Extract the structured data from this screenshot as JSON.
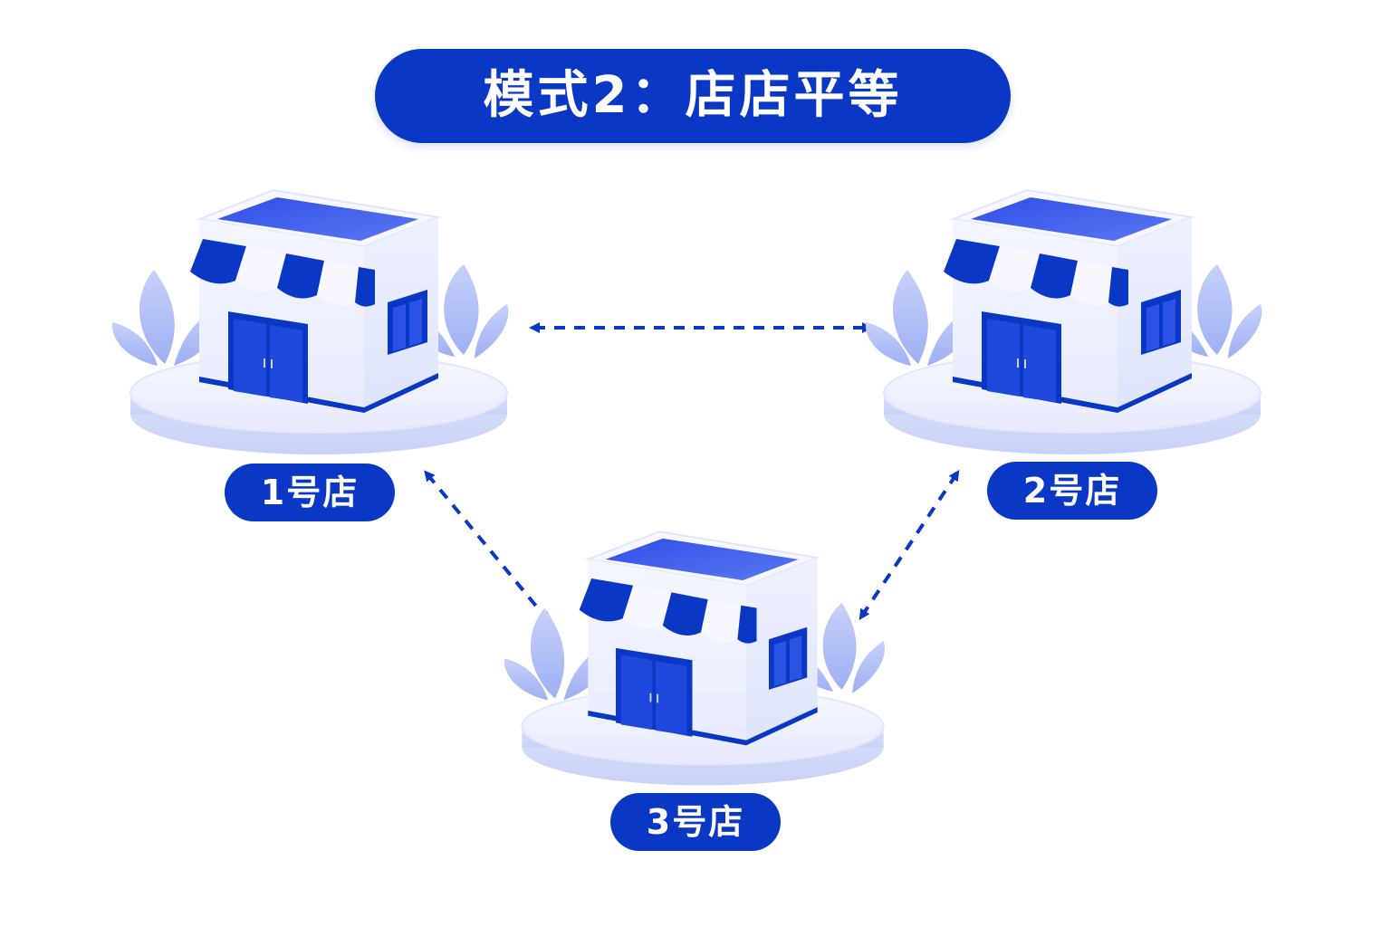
{
  "title": "模式2：店店平等",
  "stores": [
    {
      "label": "1号店"
    },
    {
      "label": "2号店"
    },
    {
      "label": "3号店"
    }
  ],
  "connections": [
    {
      "from": "1号店",
      "to": "2号店",
      "style": "dashed",
      "direction": "both"
    },
    {
      "from": "1号店",
      "to": "3号店",
      "style": "dashed",
      "direction": "both"
    },
    {
      "from": "2号店",
      "to": "3号店",
      "style": "dashed",
      "direction": "both"
    }
  ],
  "colors": {
    "primary": "#0a37c4",
    "roof": "#4461ee",
    "building_light": "#f1f3ff",
    "building_side": "#d8defc",
    "leaf": "#aebcf7",
    "platform": "#eef1ff",
    "platform_edge": "#d3daf8",
    "background": "#ffffff"
  },
  "icons": [
    "store-icon",
    "leaf-icon",
    "double-arrow-icon"
  ]
}
